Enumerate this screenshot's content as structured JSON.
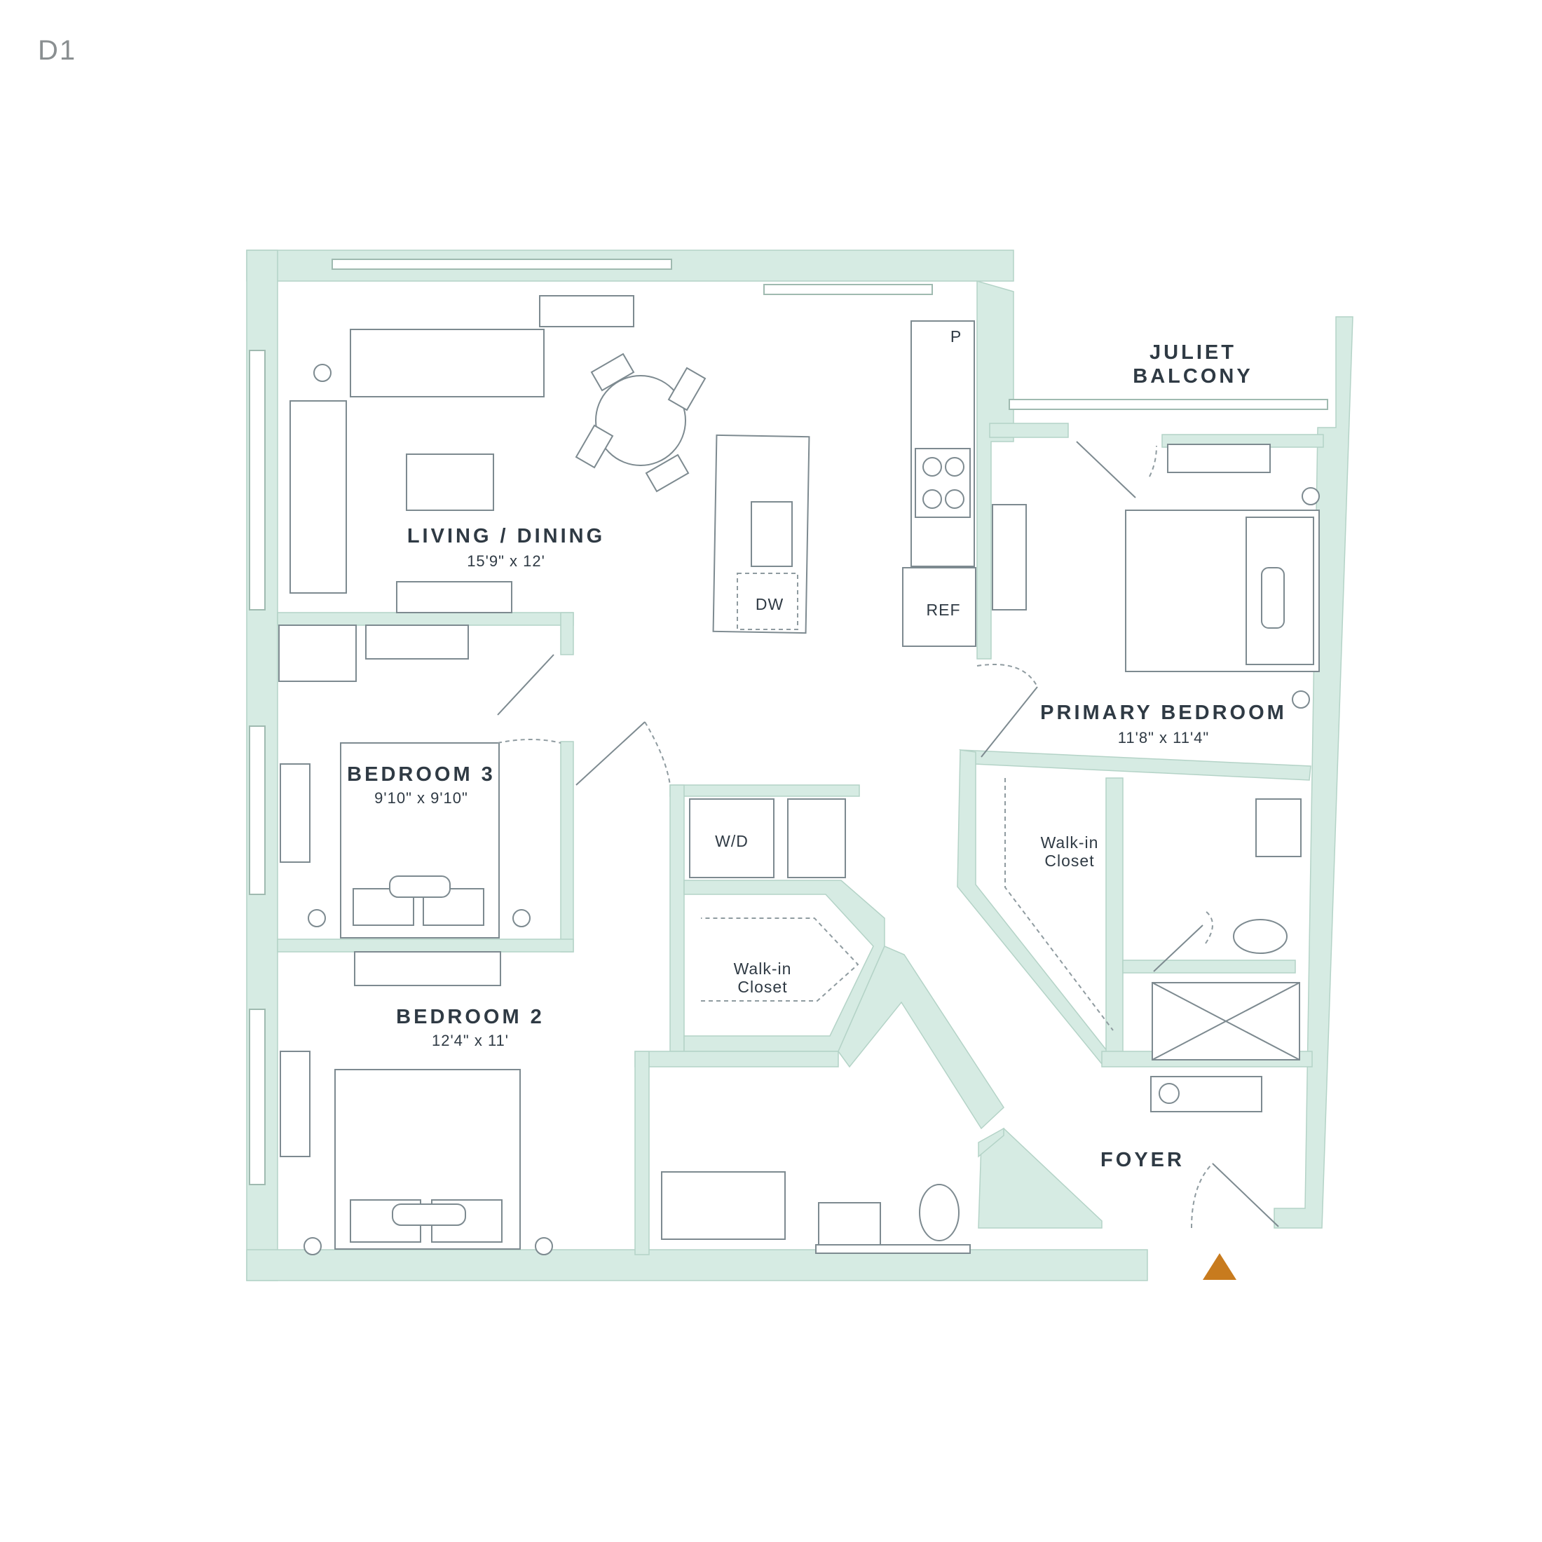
{
  "unit": {
    "code": "D1"
  },
  "rooms": {
    "living": {
      "name": "LIVING / DINING",
      "dim": "15'9\" x 12'"
    },
    "bedroom3": {
      "name": "BEDROOM 3",
      "dim": "9'10\" x 9'10\""
    },
    "bedroom2": {
      "name": "BEDROOM 2",
      "dim": "12'4\" x 11'"
    },
    "primary": {
      "name": "PRIMARY BEDROOM",
      "dim": "11'8\" x 11'4\""
    },
    "balcony": {
      "line1": "JULIET",
      "line2": "BALCONY"
    },
    "foyer": {
      "name": "FOYER"
    },
    "closet_primary": {
      "line1": "Walk-in",
      "line2": "Closet"
    },
    "closet_hall": {
      "line1": "Walk-in",
      "line2": "Closet"
    }
  },
  "fixtures": {
    "pantry": "P",
    "dishwasher": "DW",
    "fridge": "REF",
    "laundry": "W/D"
  },
  "colors": {
    "wall": "#d6ebe3",
    "text": "#2f3a44",
    "entry_marker": "#c87b1e"
  }
}
